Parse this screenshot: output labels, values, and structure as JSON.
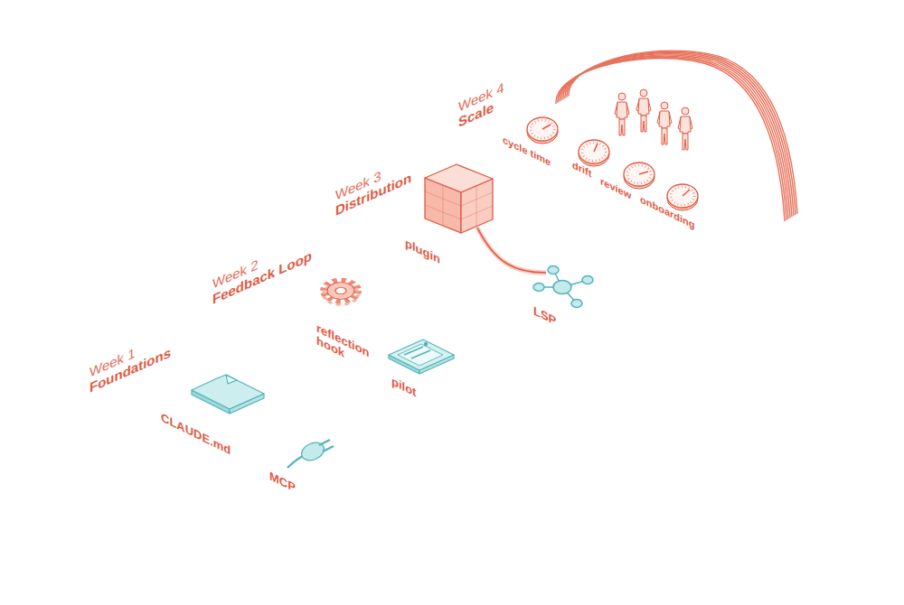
{
  "diagram": {
    "nodes": [
      {
        "text": [
          "Week 1",
          "Foundations",
          "CLAUDE.md",
          "MCP"
        ]
      },
      {
        "text": [
          "Week 2",
          "Feedback Loop",
          "reflection hook",
          "pilot"
        ]
      },
      {
        "text": [
          "Week 3",
          "Distribution",
          "plugin",
          "LSP"
        ]
      },
      {
        "text": [
          "Week 4",
          "Scale",
          "cycle time",
          "drift",
          "review",
          "onboarding"
        ]
      }
    ]
  }
}
